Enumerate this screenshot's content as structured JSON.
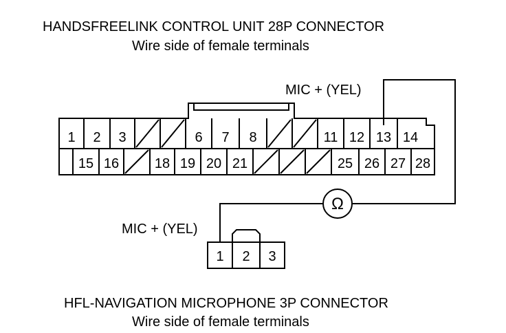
{
  "top_connector": {
    "title": "HANDSFREELINK CONTROL UNIT 28P CONNECTOR",
    "subtitle": "Wire side of female terminals",
    "row1": [
      "1",
      "2",
      "3",
      "",
      "",
      "6",
      "7",
      "8",
      "",
      "",
      "11",
      "12",
      "13",
      "14"
    ],
    "row2": [
      "",
      "15",
      "16",
      "",
      "18",
      "19",
      "20",
      "21",
      "",
      "",
      "",
      "25",
      "26",
      "27",
      "28"
    ],
    "wire_label": "MIC +  (YEL)"
  },
  "bottom_connector": {
    "title": "HFL-NAVIGATION MICROPHONE 3P CONNECTOR",
    "subtitle": "Wire side of female terminals",
    "pins": [
      "1",
      "2",
      "3"
    ],
    "wire_label": "MIC +  (YEL)"
  },
  "meter": {
    "symbol": "Ω"
  },
  "colors": {
    "ink": "#000000",
    "background": "#ffffff"
  },
  "icons": [
    "ohmmeter-icon"
  ]
}
